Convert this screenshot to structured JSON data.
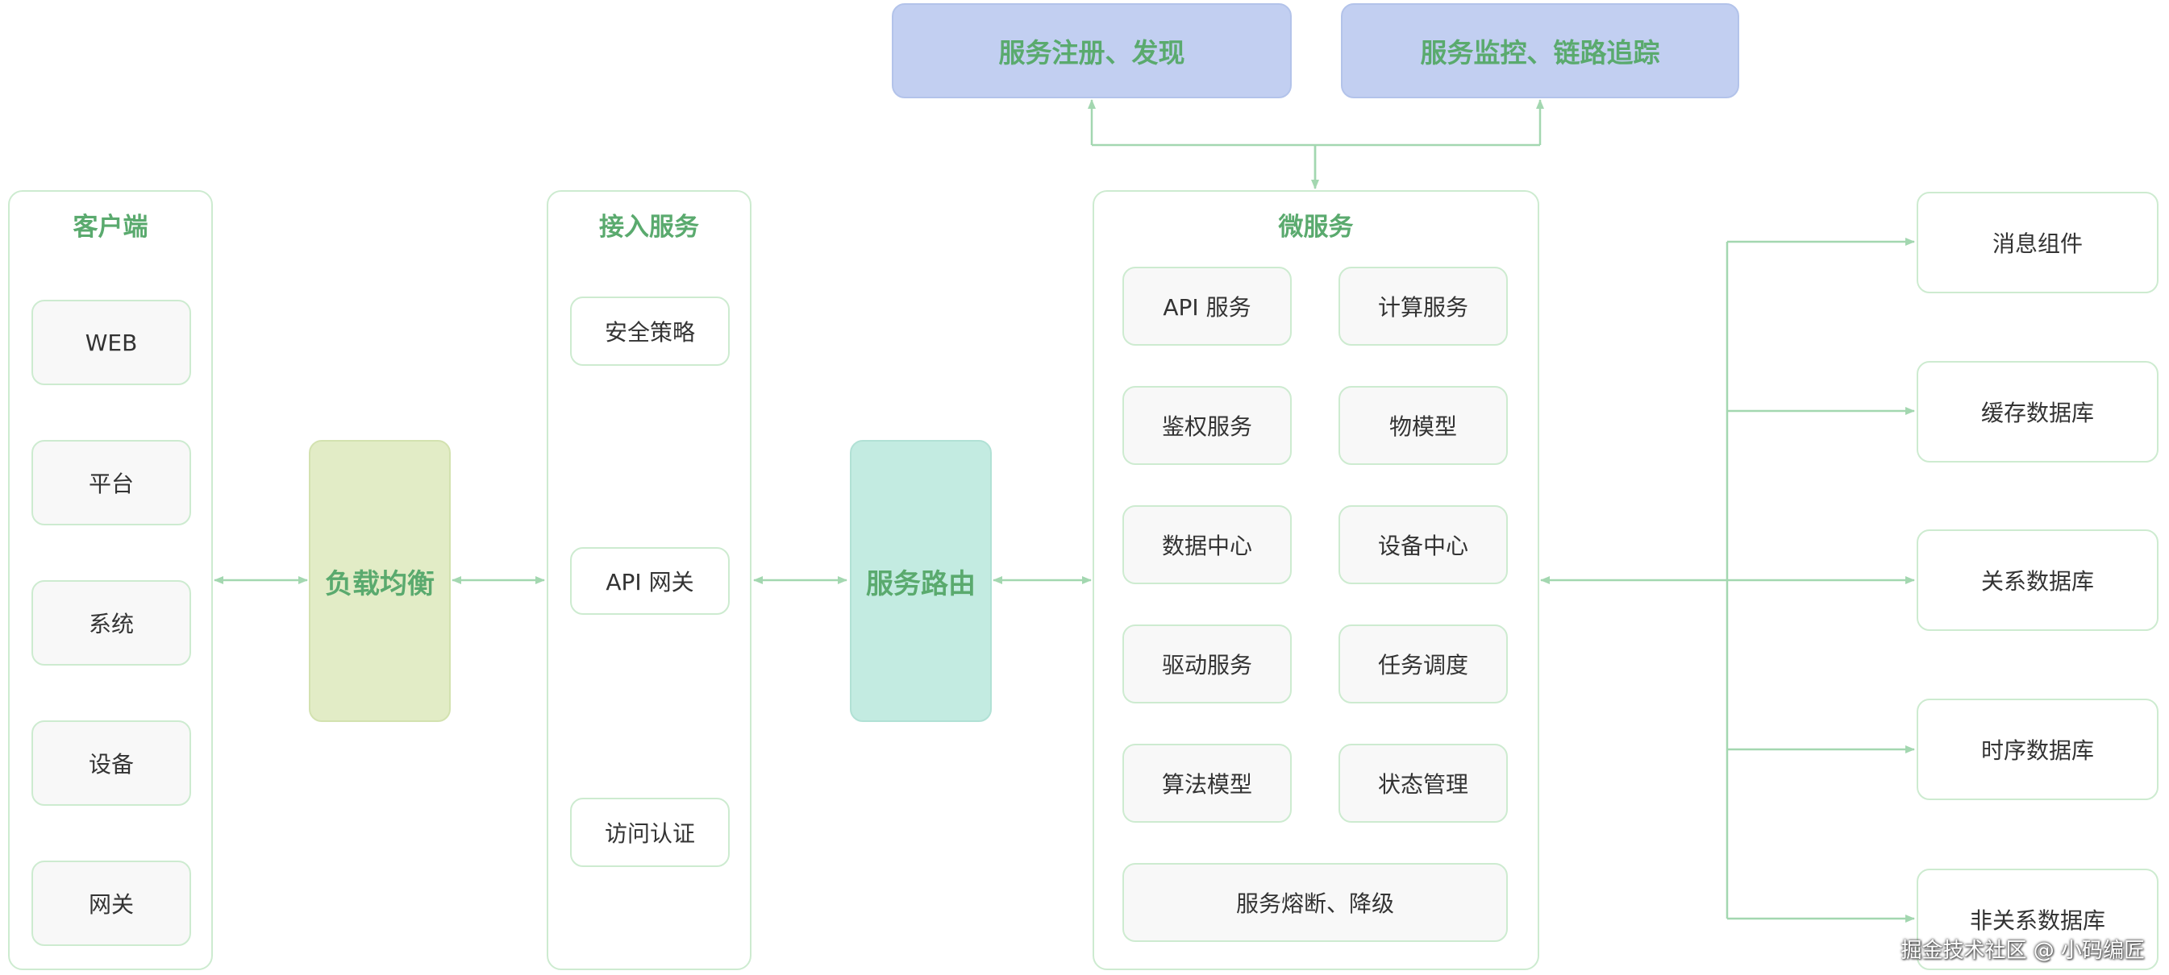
{
  "colors": {
    "title_green": "#5aaa6e",
    "border_green": "#cdebd0",
    "connector_green": "#a3d7b0",
    "load_balancer_fill": "#e2ecc6",
    "router_fill": "#c3ebe1",
    "top_box_fill": "#c2cff1"
  },
  "top_services": {
    "registry": "服务注册、发现",
    "monitoring": "服务监控、链路追踪"
  },
  "client": {
    "title": "客户端",
    "items": [
      "WEB",
      "平台",
      "系统",
      "设备",
      "网关"
    ]
  },
  "load_balancer": "负载均衡",
  "access": {
    "title": "接入服务",
    "security": "安全策略",
    "gateway": "API 网关",
    "auth": "访问认证"
  },
  "router": "服务路由",
  "micro": {
    "title": "微服务",
    "items": [
      "API 服务",
      "计算服务",
      "鉴权服务",
      "物模型",
      "数据中心",
      "设备中心",
      "驱动服务",
      "任务调度",
      "算法模型",
      "状态管理"
    ],
    "wide_item": "服务熔断、降级"
  },
  "storage": {
    "items": [
      "消息组件",
      "缓存数据库",
      "关系数据库",
      "时序数据库",
      "非关系数据库"
    ]
  },
  "watermark": "掘金技术社区 @ 小码编匠"
}
